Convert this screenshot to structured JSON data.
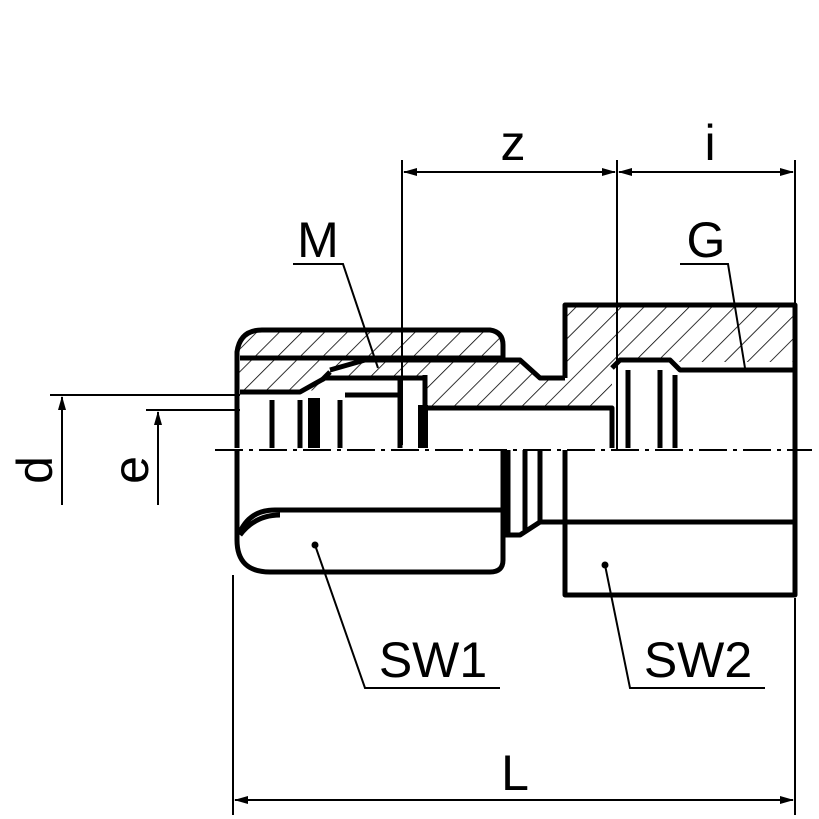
{
  "title": "Straight female connector cross-section drawing",
  "labels": {
    "z": "z",
    "i": "i",
    "M": "M",
    "G": "G",
    "d": "d",
    "e": "e",
    "SW1": "SW1",
    "SW2": "SW2",
    "L": "L"
  }
}
